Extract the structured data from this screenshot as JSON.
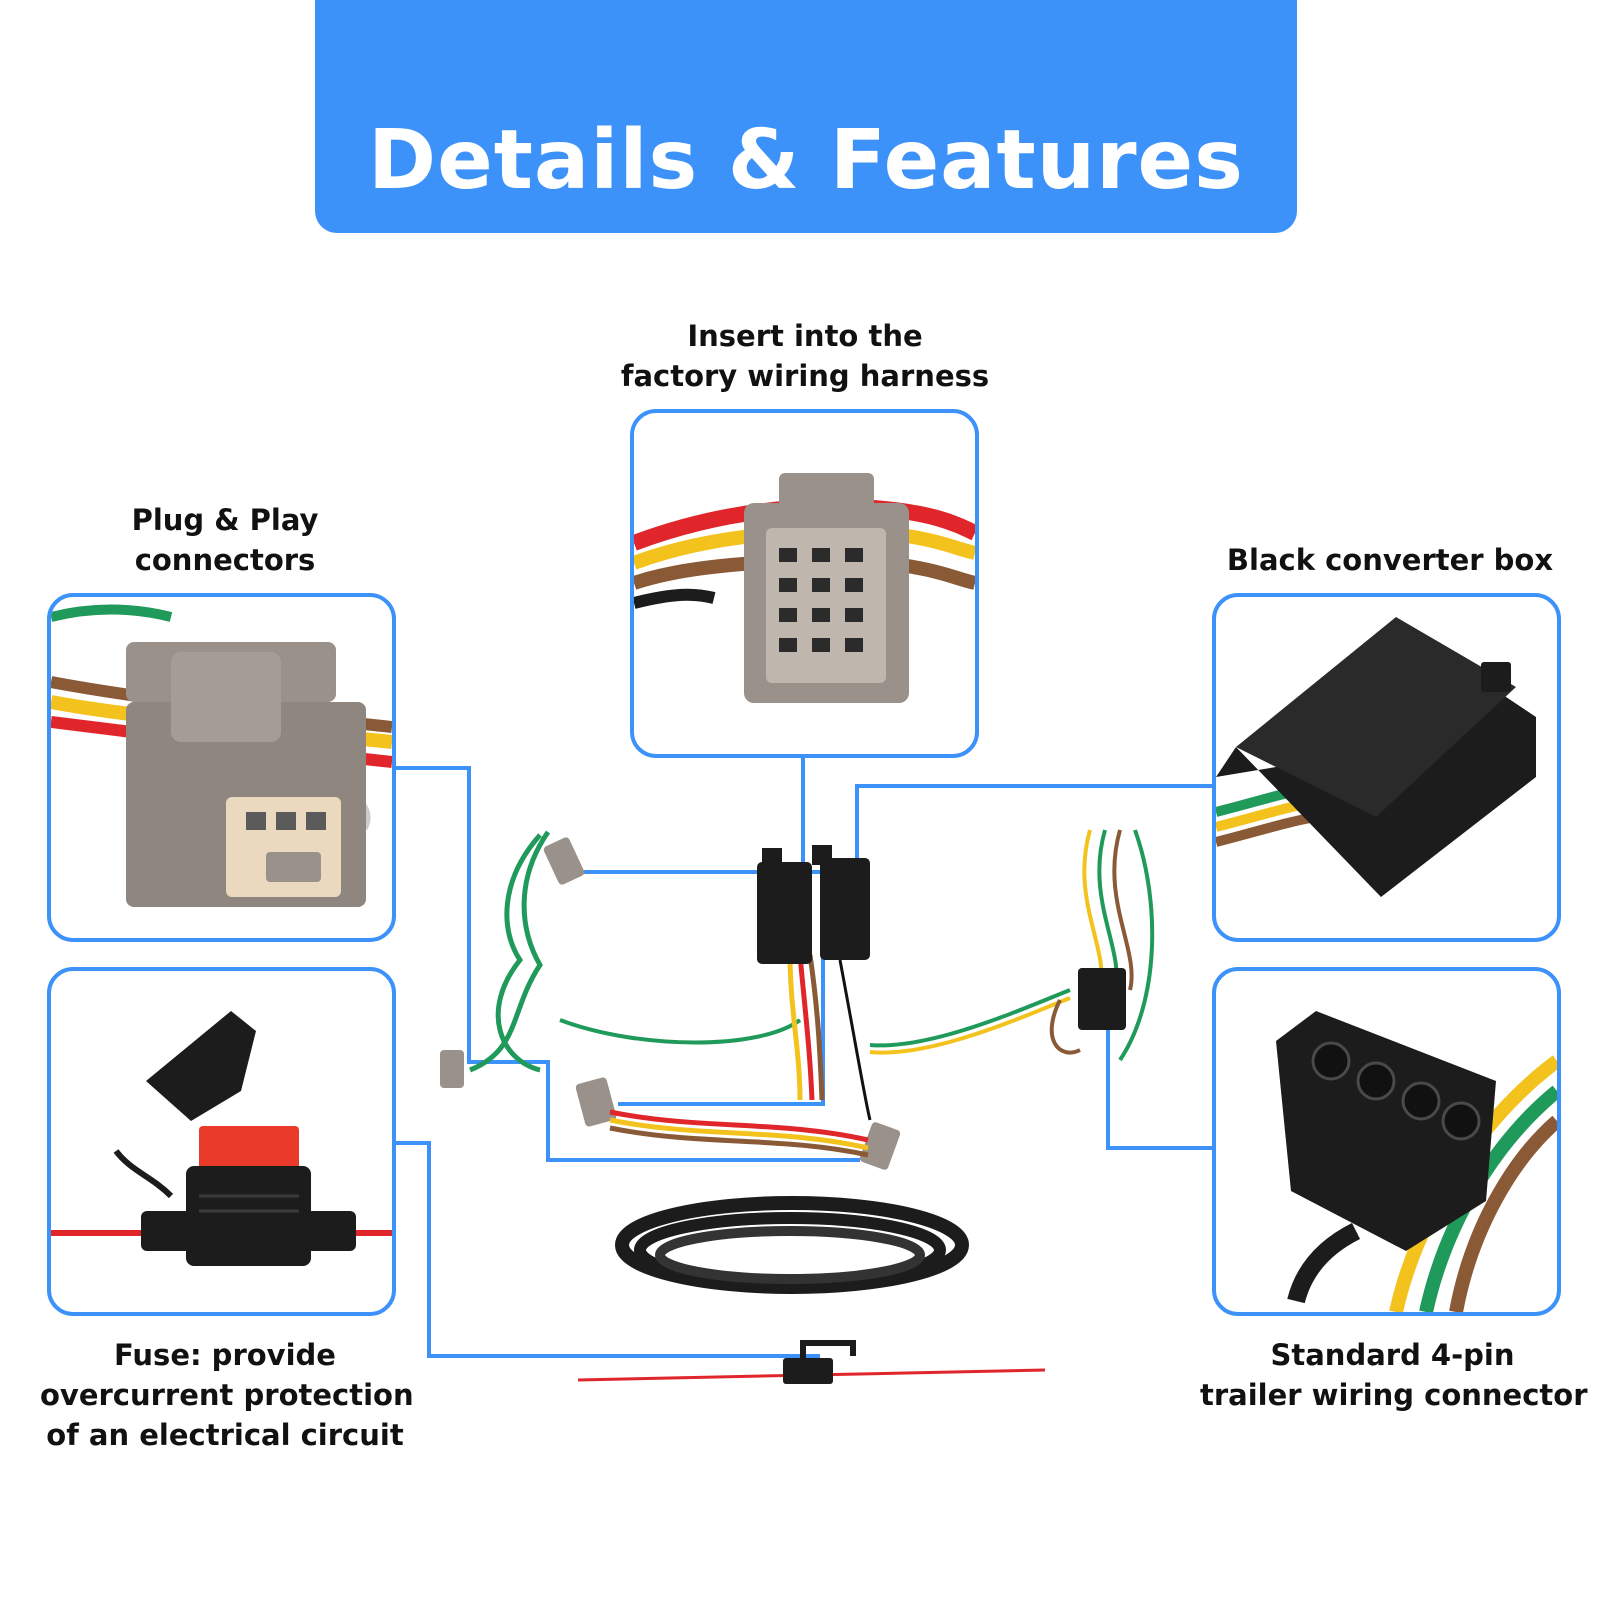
{
  "banner": {
    "title": "Details & Features"
  },
  "features": [
    {
      "id": "plug-play",
      "lines": [
        "Plug & Play",
        "connectors"
      ]
    },
    {
      "id": "factory-harness",
      "lines": [
        "Insert into the",
        "factory wiring harness"
      ]
    },
    {
      "id": "converter-box",
      "lines": [
        "Black converter box"
      ]
    },
    {
      "id": "fuse",
      "lines": [
        "Fuse: provide",
        "overcurrent protection",
        "of an electrical circuit"
      ]
    },
    {
      "id": "four-pin",
      "lines": [
        "Standard 4-pin",
        "trailer wiring connector"
      ]
    }
  ],
  "colors": {
    "accent": "#3d92fa",
    "wire_red": "#e0262b",
    "wire_yellow": "#f3c21c",
    "wire_green": "#1f9a5a",
    "wire_brown": "#8a5a36",
    "connector_grey": "#9a928a",
    "box_black": "#1c1c1c"
  }
}
